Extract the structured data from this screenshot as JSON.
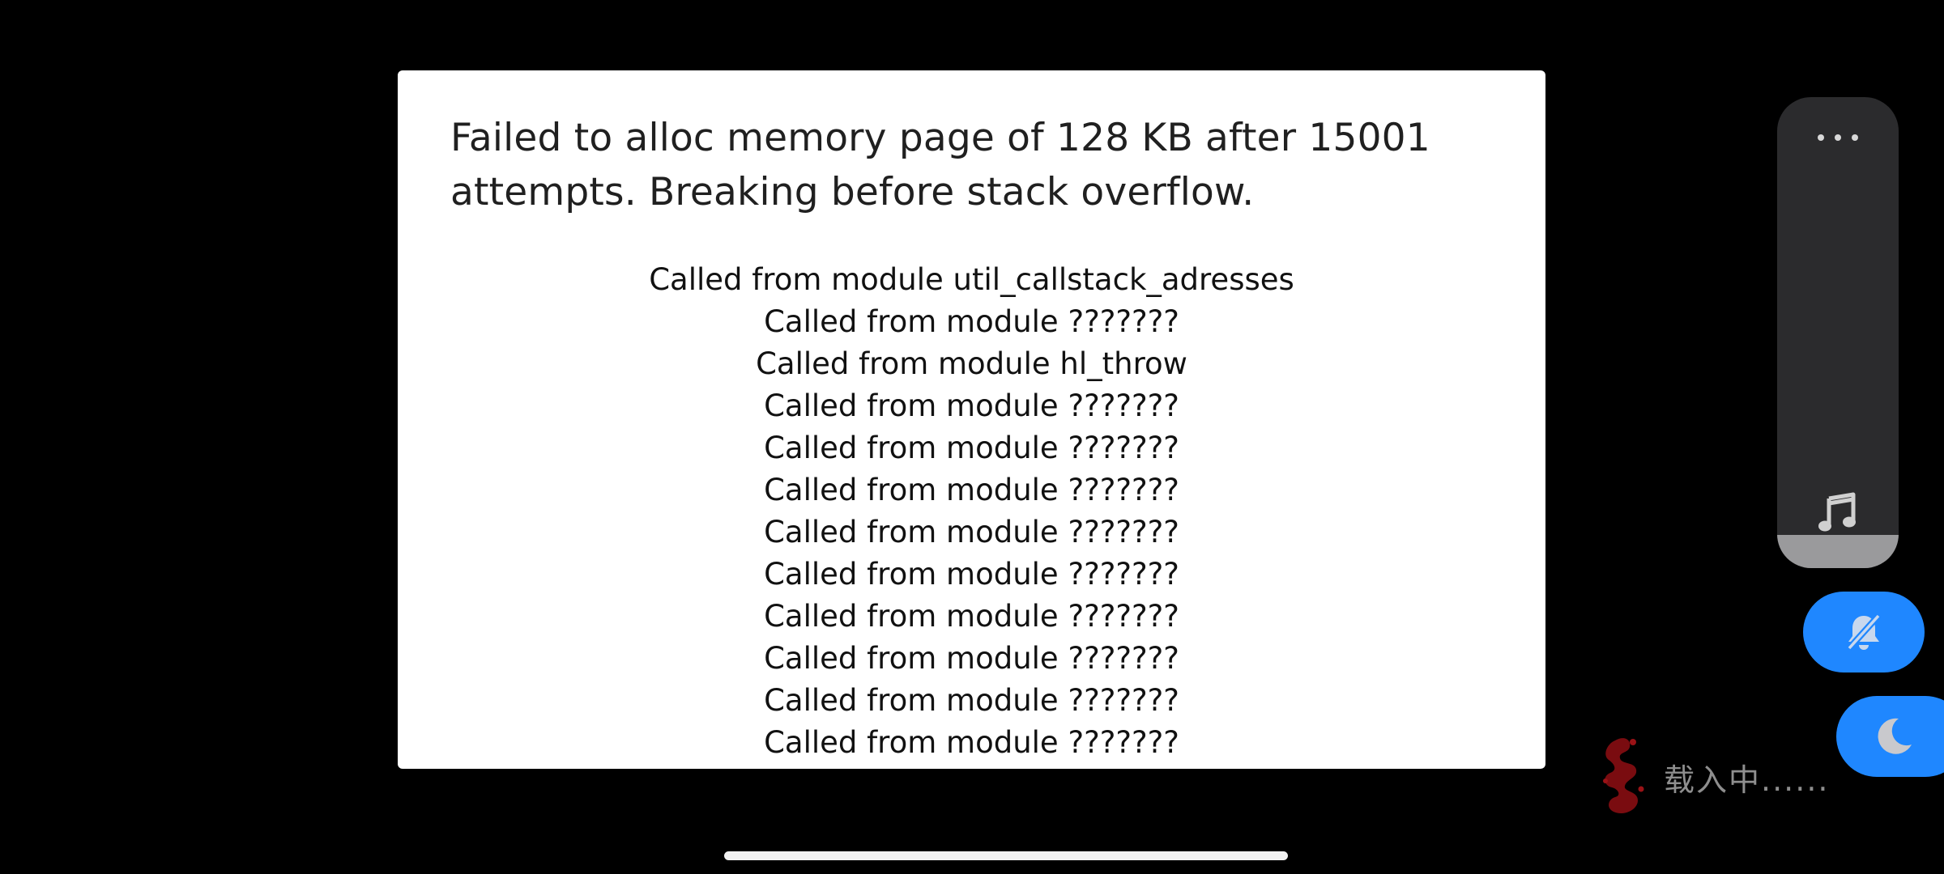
{
  "dialog": {
    "title": "Failed to alloc memory page of 128 KB after 15001 attempts. Breaking before stack overflow.",
    "stack": [
      "Called from module util_callstack_adresses",
      "Called from module ???????",
      "Called from module hl_throw",
      "Called from module ???????",
      "Called from module ???????",
      "Called from module ???????",
      "Called from module ???????",
      "Called from module ???????",
      "Called from module ???????",
      "Called from module ???????",
      "Called from module ???????",
      "Called from module ???????"
    ]
  },
  "side_panel": {
    "more_icon": "more-dots-icon",
    "music_icon": "music-note-icon",
    "volume_level_percent": 7
  },
  "quick_buttons": {
    "mute_icon": "bell-off-icon",
    "night_icon": "moon-icon",
    "accent_color": "#1f87ff"
  },
  "loading": {
    "text": "载入中......",
    "logo_icon": "red-brush-logo-icon"
  },
  "colors": {
    "background": "#000000",
    "dialog_bg": "#ffffff",
    "panel_bg": "#2b2b2d"
  }
}
